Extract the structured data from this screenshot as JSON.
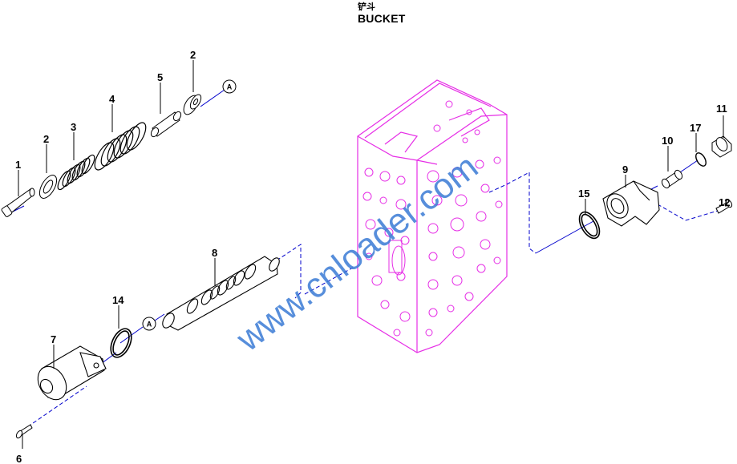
{
  "header": {
    "title_cn": "铲斗",
    "title_en": "BUCKET"
  },
  "callouts": [
    {
      "id": "1",
      "part": "bolt"
    },
    {
      "id": "2",
      "part": "spring-seat"
    },
    {
      "id": "3",
      "part": "inner-spring"
    },
    {
      "id": "4",
      "part": "outer-spring"
    },
    {
      "id": "5",
      "part": "spacer"
    },
    {
      "id": "2",
      "part": "spring-seat"
    },
    {
      "id": "6",
      "part": "screw"
    },
    {
      "id": "7",
      "part": "cap"
    },
    {
      "id": "8",
      "part": "spool"
    },
    {
      "id": "9",
      "part": "cover"
    },
    {
      "id": "10",
      "part": "plug"
    },
    {
      "id": "11",
      "part": "plug"
    },
    {
      "id": "12",
      "part": "screw"
    },
    {
      "id": "14",
      "part": "o-ring"
    },
    {
      "id": "15",
      "part": "o-ring"
    },
    {
      "id": "17",
      "part": "o-ring"
    }
  ],
  "refs": {
    "a_top": "A",
    "a_bottom": "A"
  },
  "watermark": "www.cnloader.com",
  "colors": {
    "valve_body": "#e62ee6",
    "leader": "#0000cc",
    "parts": "#000000",
    "watermark": "#3a7bd5"
  }
}
